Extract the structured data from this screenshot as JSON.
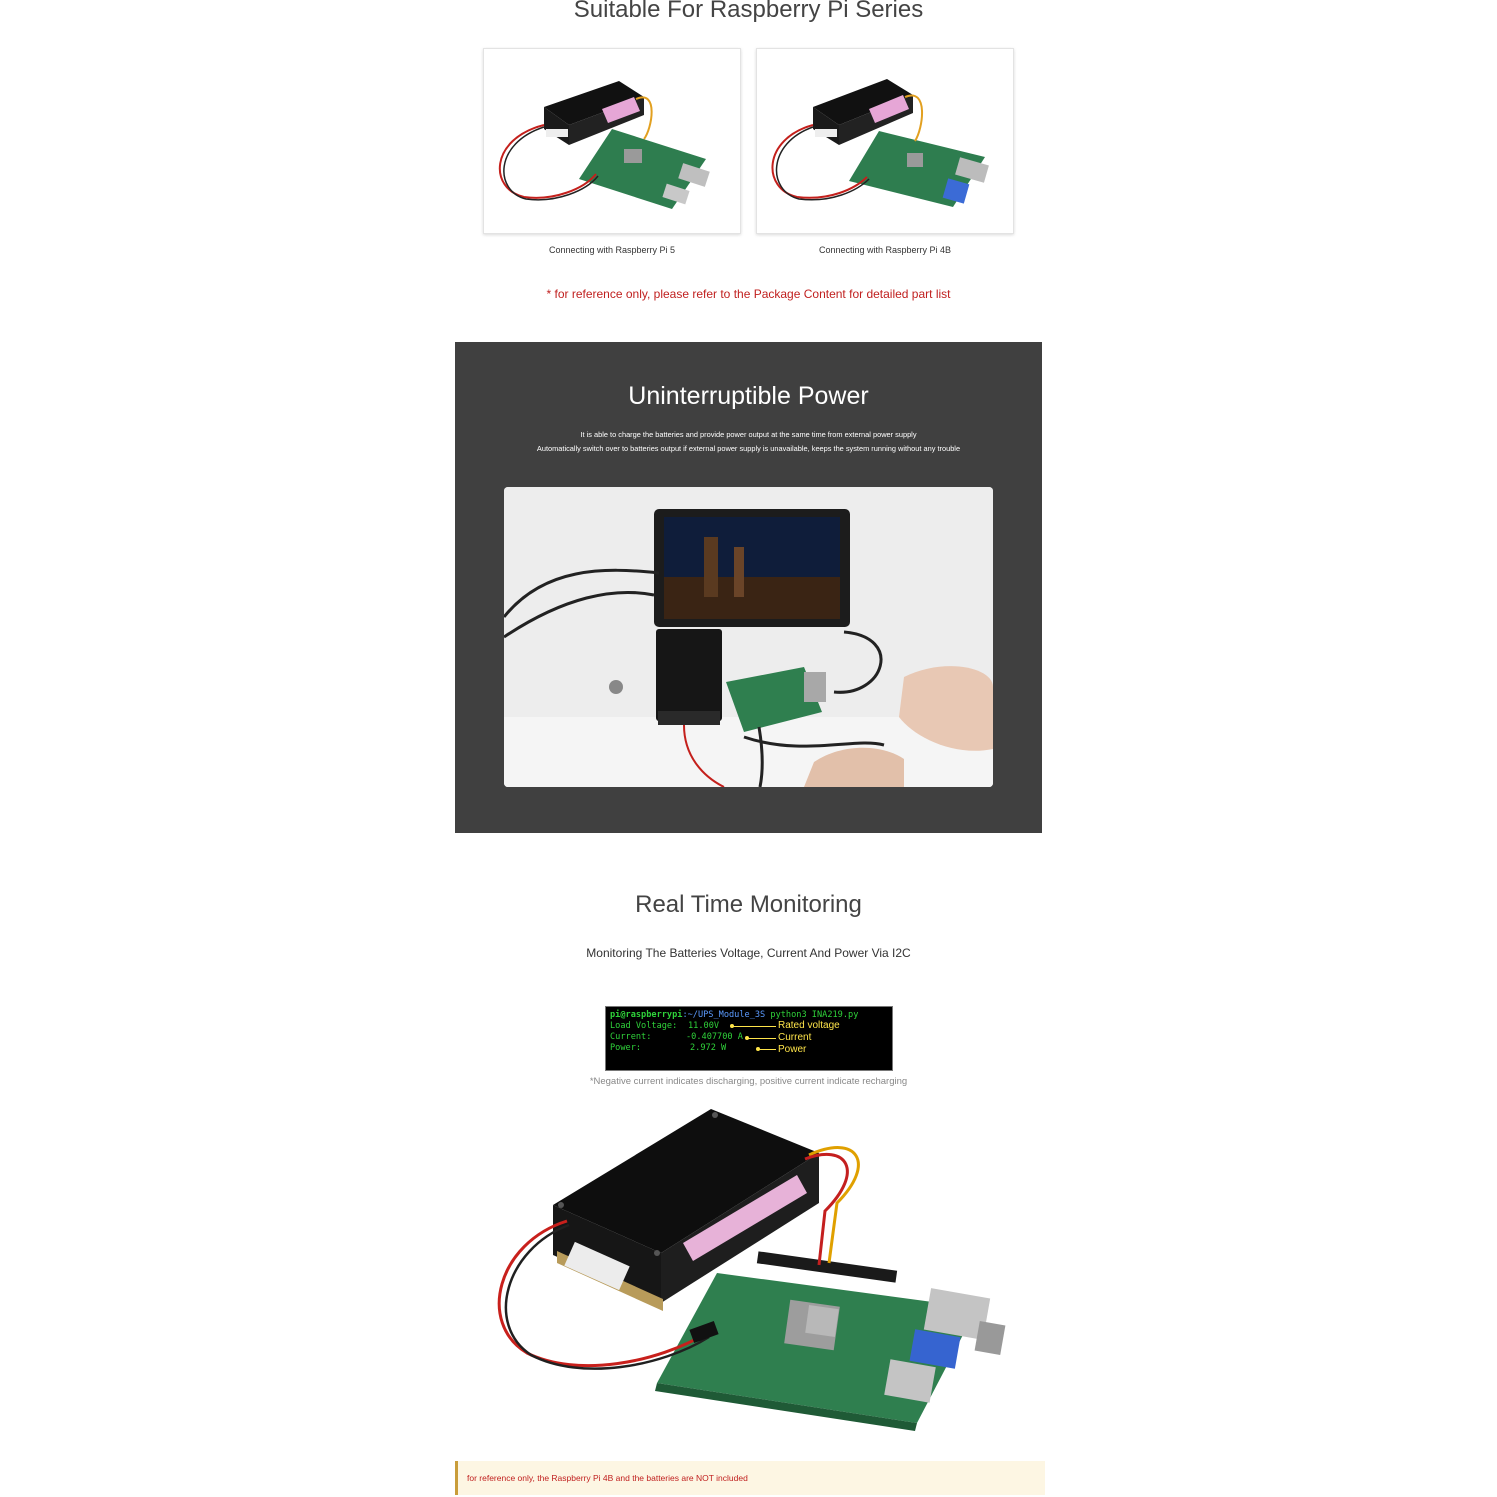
{
  "section_compat": {
    "title": "Suitable For Raspberry Pi Series",
    "items": [
      {
        "caption": "Connecting with Raspberry Pi 5"
      },
      {
        "caption": "Connecting with Raspberry Pi 4B"
      }
    ],
    "note": "* for reference only, please refer to the Package Content for detailed part list"
  },
  "section_power": {
    "title": "Uninterruptible Power",
    "line1": "It is able to charge the batteries and provide power output at the same time from external power supply",
    "line2": "Automatically switch over to batteries output if external power supply is unavailable, keeps the system running without any trouble"
  },
  "section_monitor": {
    "title": "Real Time Monitoring",
    "subtitle": "Monitoring The Batteries Voltage, Current And Power Via I2C",
    "terminal": {
      "prompt_user": "pi@raspberrypi",
      "prompt_path": ":~/UPS_Module_3S",
      "command": " python3 INA219.py",
      "rows": [
        {
          "label": "Load Voltage:",
          "value": "11.00V",
          "tag": "Rated voltage"
        },
        {
          "label": "Current:",
          "value": "-0.407700 A",
          "tag": "Current"
        },
        {
          "label": "Power:",
          "value": "2.972 W",
          "tag": "Power"
        }
      ]
    },
    "note": "*Negative current indicates discharging, positive current indicate recharging",
    "footer": "for reference only, the Raspberry Pi 4B and the batteries are NOT included"
  },
  "colors": {
    "accent_red": "#c0201f",
    "panel_dark": "#404040",
    "terminal_green": "#2fd23a",
    "label_yellow": "#ffe54a"
  }
}
